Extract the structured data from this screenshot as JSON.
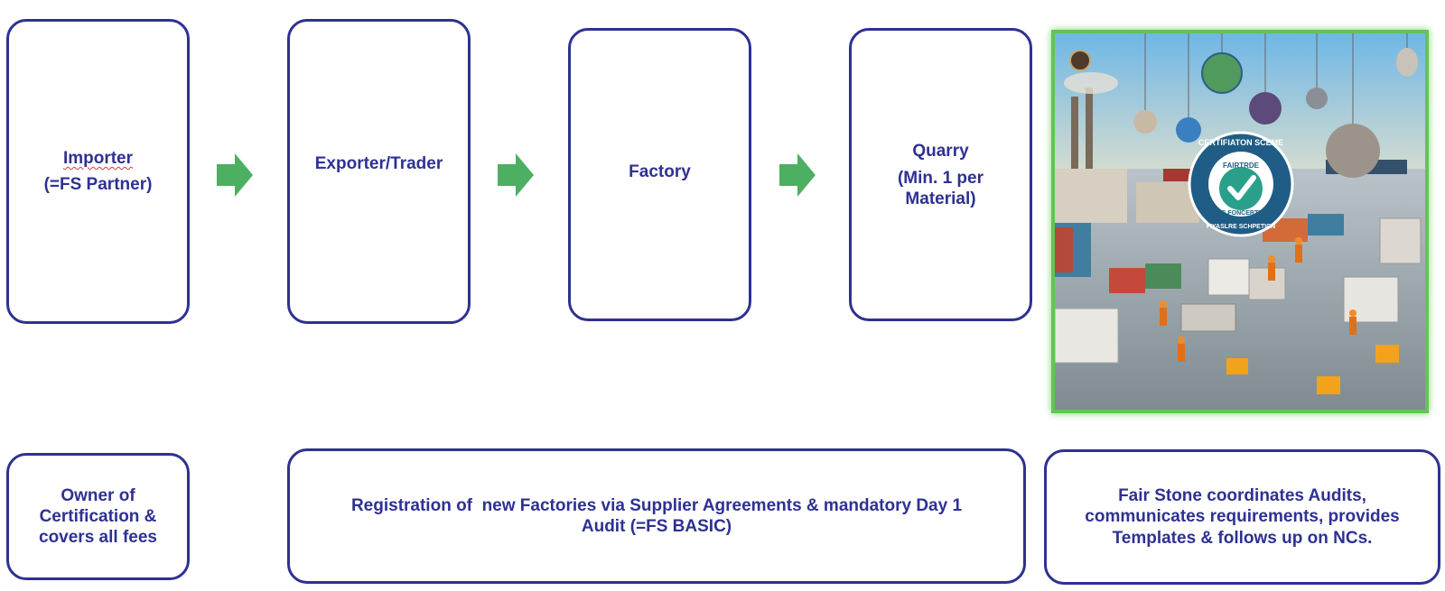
{
  "steps": {
    "importer": {
      "line1": "Importer",
      "line2": "(=FS Partner)"
    },
    "exporter": {
      "label": "Exporter/Trader"
    },
    "factory": {
      "label": "Factory"
    },
    "quarry": {
      "line1": "Quarry",
      "line2": "(Min. 1 per",
      "line3": "Material)"
    }
  },
  "notes": {
    "importer": {
      "line1": "Owner of",
      "line2": "Certification &",
      "line3": "covers all fees"
    },
    "registration": {
      "line1": "Registration of  new Factories via Supplier Agreements & mandatory Day 1",
      "line2": "Audit (=FS BASIC)"
    },
    "coordination": {
      "line1": "Fair Stone coordinates Audits,",
      "line2": "communicates requirements, provides",
      "line3": "Templates & follows up on NCs."
    }
  },
  "illustration": {
    "badge_top": "CERTIFIATON SCEME",
    "badge_mid": "FAIRTRDE",
    "badge_low": "ES FONCERTIE",
    "badge_bottom": "FIYASLRE SCHPETICN"
  },
  "colors": {
    "border": "#2e3192",
    "arrow": "#4caf61",
    "photo_frame": "#63c455"
  }
}
